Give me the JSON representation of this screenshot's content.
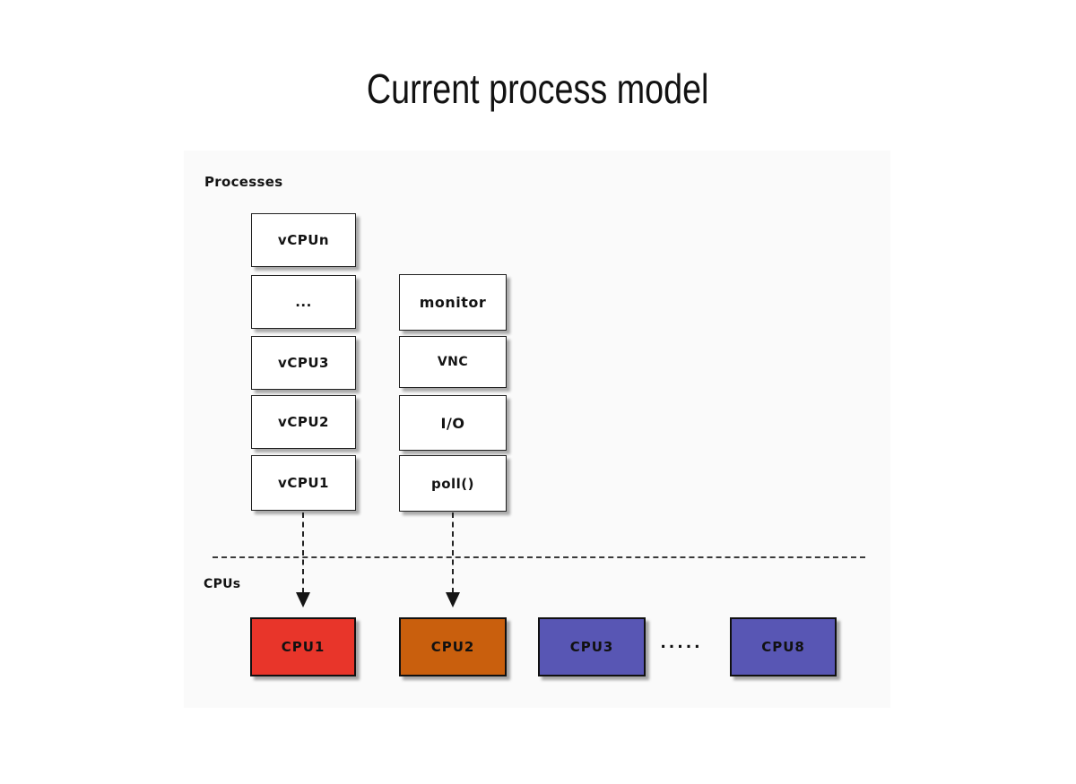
{
  "title": "Current process model",
  "diagram": {
    "processes_label": "Processes",
    "cpus_label": "CPUs",
    "process_column_1": [
      "vCPUn",
      "...",
      "vCPU3",
      "vCPU2",
      "vCPU1"
    ],
    "process_column_2": [
      "monitor",
      "VNC",
      "I/O",
      "poll()"
    ],
    "ellipsis": ".....",
    "cpus": [
      {
        "label": "CPU1",
        "color": "#e8352a"
      },
      {
        "label": "CPU2",
        "color": "#c95f0d"
      },
      {
        "label": "CPU3",
        "color": "#5856b4"
      },
      {
        "label": "CPU8",
        "color": "#5856b4"
      }
    ]
  }
}
